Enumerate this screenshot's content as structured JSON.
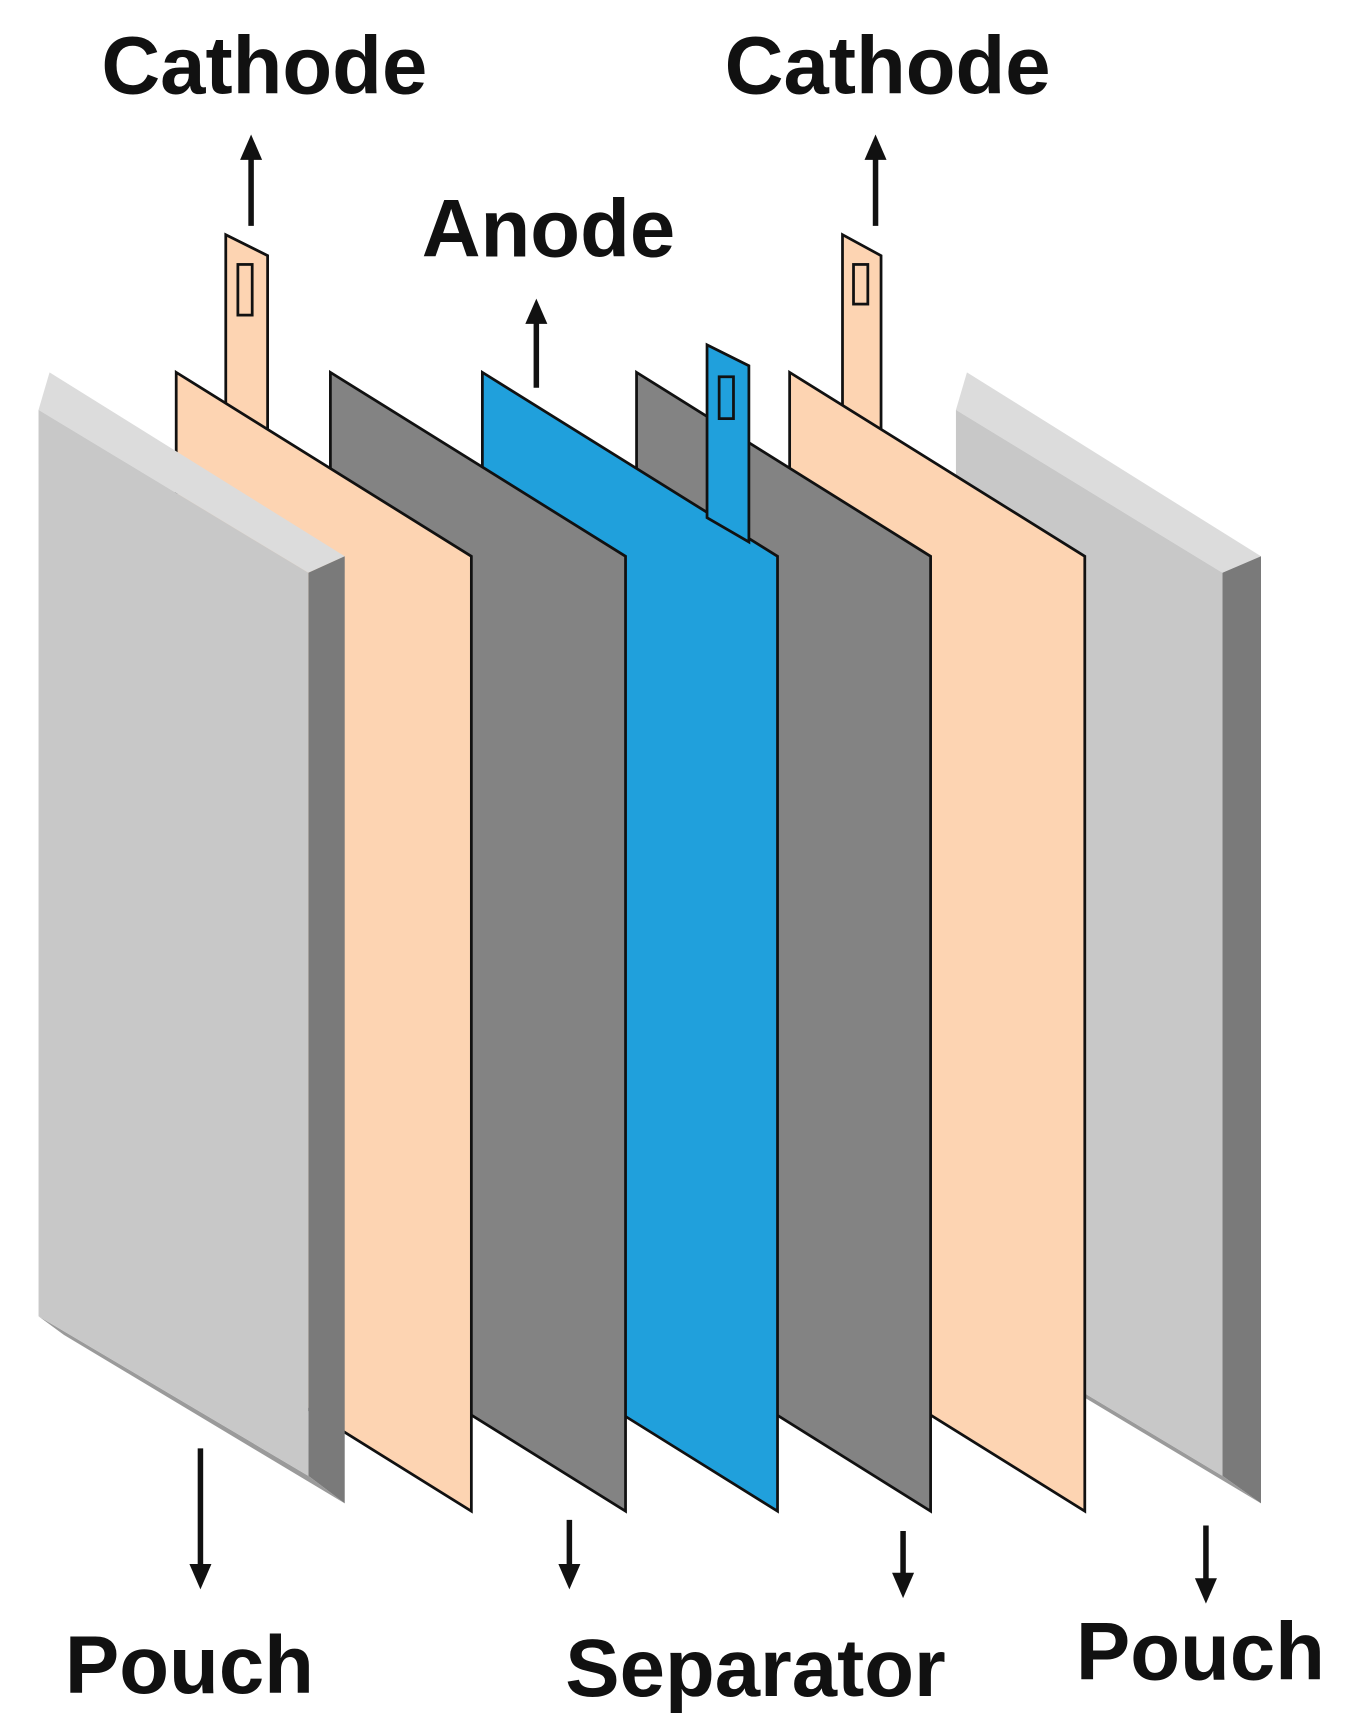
{
  "labels": {
    "cathode_left": "Cathode",
    "anode": "Anode",
    "cathode_right": "Cathode",
    "pouch_left": "Pouch",
    "separator": "Separator",
    "pouch_right": "Pouch"
  },
  "colors": {
    "pouch_front": "#c8c8c8",
    "pouch_top": "#dcdcdc",
    "pouch_side": "#7a7a7a",
    "cathode": "#fdd4b2",
    "separator": "#838383",
    "anode": "#20a0dc"
  }
}
